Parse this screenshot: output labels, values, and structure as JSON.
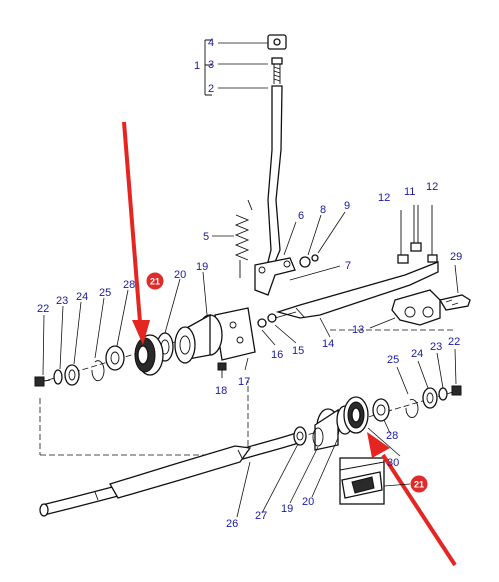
{
  "callouts": [
    {
      "id": "c1",
      "text": "1"
    },
    {
      "id": "c2",
      "text": "2"
    },
    {
      "id": "c3",
      "text": "3"
    },
    {
      "id": "c4",
      "text": "4"
    },
    {
      "id": "c5",
      "text": "5"
    },
    {
      "id": "c6",
      "text": "6"
    },
    {
      "id": "c7",
      "text": "7"
    },
    {
      "id": "c8",
      "text": "8"
    },
    {
      "id": "c9",
      "text": "9"
    },
    {
      "id": "c11",
      "text": "11"
    },
    {
      "id": "c12a",
      "text": "12"
    },
    {
      "id": "c12b",
      "text": "12"
    },
    {
      "id": "c13",
      "text": "13"
    },
    {
      "id": "c14",
      "text": "14"
    },
    {
      "id": "c15",
      "text": "15"
    },
    {
      "id": "c16",
      "text": "16"
    },
    {
      "id": "c17",
      "text": "17"
    },
    {
      "id": "c18",
      "text": "18"
    },
    {
      "id": "c19a",
      "text": "19"
    },
    {
      "id": "c19b",
      "text": "19"
    },
    {
      "id": "c20a",
      "text": "20"
    },
    {
      "id": "c20b",
      "text": "20"
    },
    {
      "id": "c22a",
      "text": "22"
    },
    {
      "id": "c22b",
      "text": "22"
    },
    {
      "id": "c23a",
      "text": "23"
    },
    {
      "id": "c23b",
      "text": "23"
    },
    {
      "id": "c24a",
      "text": "24"
    },
    {
      "id": "c24b",
      "text": "24"
    },
    {
      "id": "c25a",
      "text": "25"
    },
    {
      "id": "c25b",
      "text": "25"
    },
    {
      "id": "c26",
      "text": "26"
    },
    {
      "id": "c27",
      "text": "27"
    },
    {
      "id": "c28a",
      "text": "28"
    },
    {
      "id": "c28b",
      "text": "28"
    },
    {
      "id": "c29",
      "text": "29"
    },
    {
      "id": "c30",
      "text": "30"
    }
  ],
  "highlight": {
    "badge_top": "21",
    "badge_bottom": "21",
    "badge_color": "#e02b2b",
    "arrow_color": "#e52521"
  },
  "colors": {
    "label": "#1a1aa0",
    "line": "#111111"
  }
}
